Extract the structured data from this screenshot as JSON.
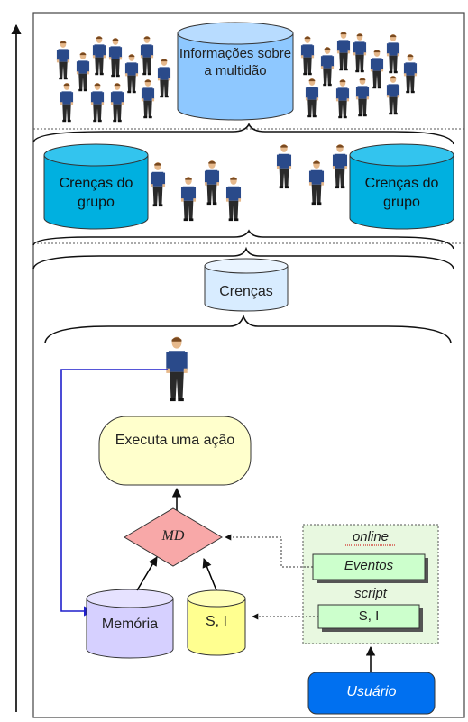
{
  "levels": {
    "crowd_info": "Informações sobre a multidão",
    "group_beliefs_left": "Crenças do grupo",
    "group_beliefs_right": "Crenças do grupo",
    "beliefs": "Crenças"
  },
  "agent": {
    "action": "Executa uma ação",
    "decision": "MD",
    "memory": "Memória",
    "si_store": "S, I"
  },
  "user_panel": {
    "online_label": "online",
    "events": "Eventos",
    "script_label": "script",
    "si_script": "S, I",
    "user": "Usuário"
  },
  "colors": {
    "cyl_crowd": "#8ec8ff",
    "cyl_group": "#00b0e0",
    "cyl_beliefs": "#d8ecff",
    "cyl_memory": "#d6d0ff",
    "cyl_si": "#ffff90",
    "action_box": "#ffffcc",
    "decision": "#f8a8a8",
    "panel": "#e8f8e0",
    "panel_box": "#ccffcc",
    "user_box": "#0070f0",
    "memory_link": "#1f1fcc",
    "person_shirt": "#2a4a8a",
    "person_pants": "#2a2a2a",
    "person_skin": "#e6b98c"
  }
}
